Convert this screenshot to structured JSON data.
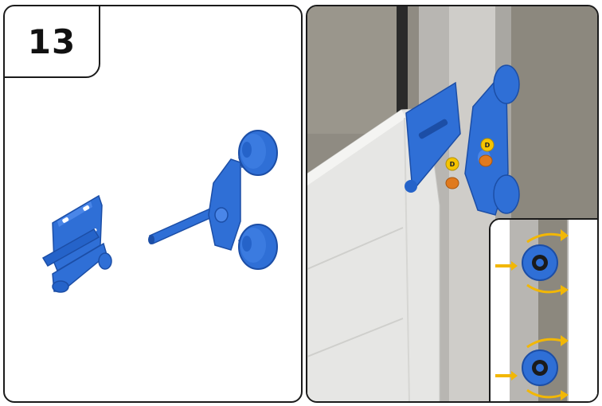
{
  "step": {
    "number": "13"
  },
  "callouts": [
    {
      "label": "D"
    },
    {
      "label": "D"
    }
  ],
  "colors": {
    "part_blue": "#2f6fd6",
    "part_blue_dark": "#1c4ea6",
    "bolt_orange": "#e07a1e",
    "callout_yellow": "#f5c400",
    "arrow_yellow": "#f2b705",
    "wall": "#8e8a80",
    "door_panel": "#e8e8e6"
  },
  "icons": {
    "hinge": "hinge-bracket-icon",
    "roller": "roller-bracket-icon",
    "arrow": "yellow-arrow-icon"
  }
}
